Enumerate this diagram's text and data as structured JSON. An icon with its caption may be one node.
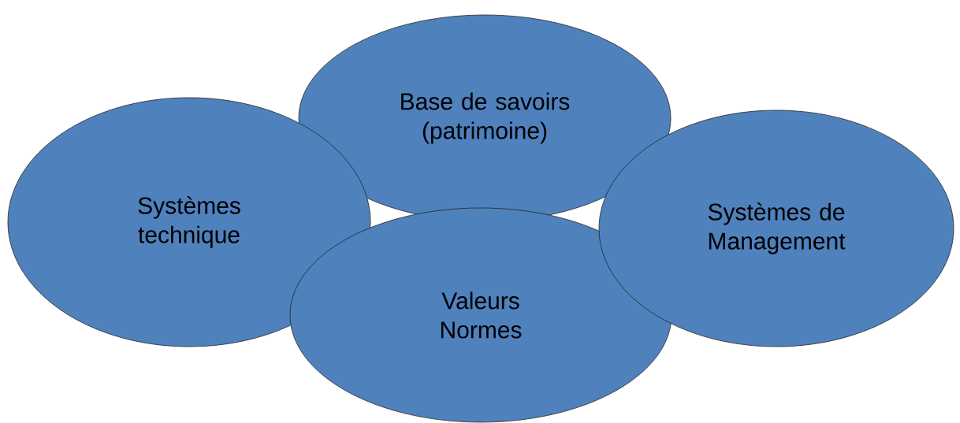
{
  "diagram": {
    "nodes": [
      {
        "text": [
          "Base de savoirs (patrimoine)"
        ]
      },
      {
        "text": [
          "Systèmes technique"
        ]
      },
      {
        "text": [
          "Valeurs Normes"
        ]
      },
      {
        "text": [
          "Systèmes de Management"
        ]
      }
    ]
  }
}
